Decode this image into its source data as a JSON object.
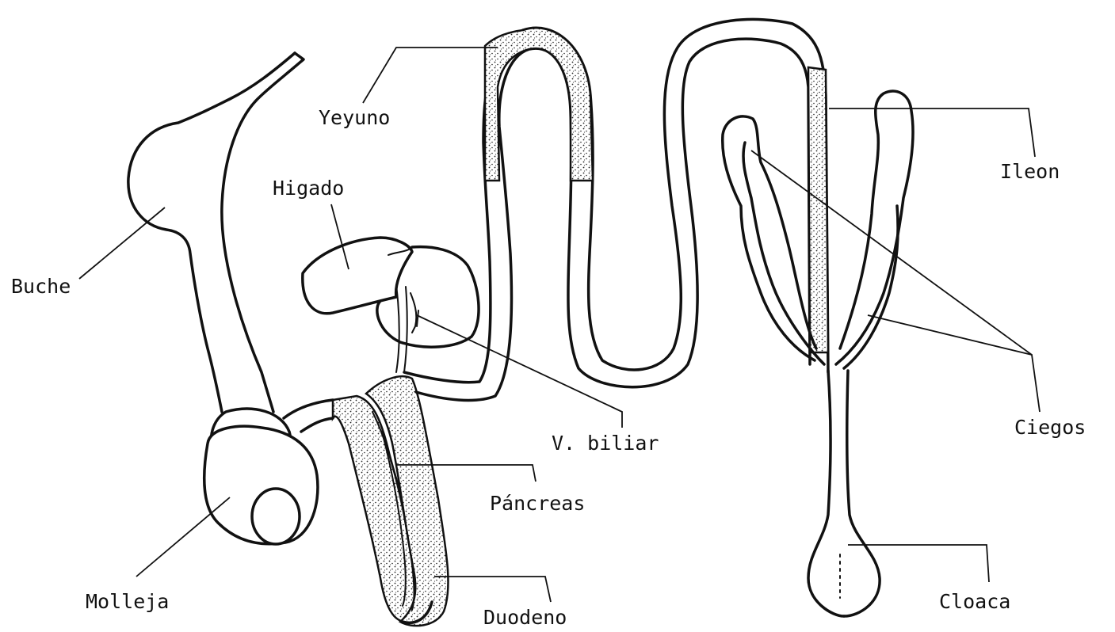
{
  "labels": {
    "yeyuno": "Yeyuno",
    "higado": "Higado",
    "buche": "Buche",
    "molleja": "Molleja",
    "duodeno": "Duodeno",
    "pancreas": "Páncreas",
    "v_biliar": "V. biliar",
    "ileon": "Ileon",
    "ciegos": "Ciegos",
    "cloaca": "Cloaca"
  },
  "colors": {
    "stroke": "#111111",
    "background": "#ffffff"
  }
}
